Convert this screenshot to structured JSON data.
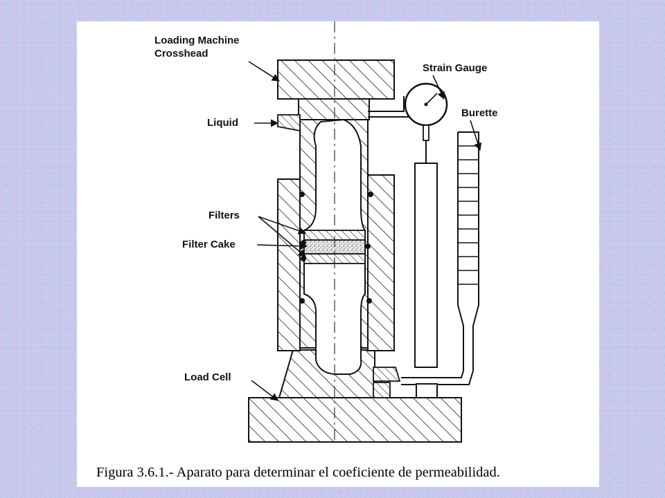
{
  "labels": {
    "crosshead_line1": "Loading Machine",
    "crosshead_line2": "Crosshead",
    "strain_gauge": "Strain Gauge",
    "liquid": "Liquid",
    "burette": "Burette",
    "filters": "Filters",
    "filter_cake": "Filter Cake",
    "load_cell": "Load Cell"
  },
  "caption": "Figura 3.6.1.- Aparato para determinar el coeficiente de permeabilidad."
}
